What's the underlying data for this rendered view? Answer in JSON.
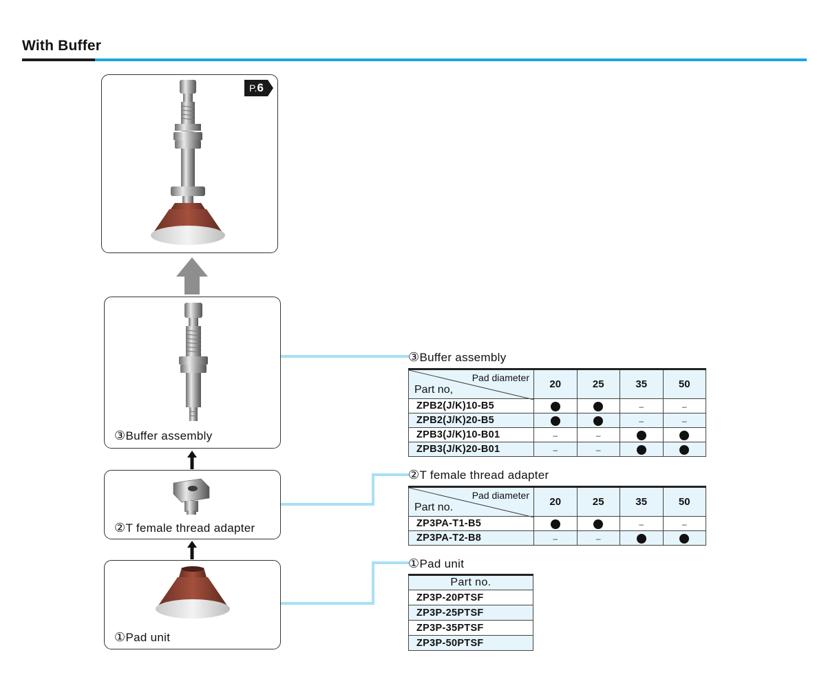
{
  "header": {
    "title": "With Buffer"
  },
  "colors": {
    "accent_blue": "#1aa6e1",
    "row_tint": "#e6f5fc",
    "connector": "#a9dff5",
    "arrow_gray": "#8e8e8e"
  },
  "top_box": {
    "page_ref_prefix": "P.",
    "page_ref_number": "6"
  },
  "buffer_box": {
    "number": "③",
    "label": "Buffer assembly"
  },
  "adapter_box": {
    "number": "②",
    "label": "T female thread adapter"
  },
  "pad_box": {
    "number": "①",
    "label": "Pad unit"
  },
  "buffer_table": {
    "caption_number": "③",
    "caption": "Buffer assembly",
    "header_top": "Pad diameter",
    "header_bottom": "Part no,",
    "columns": [
      "20",
      "25",
      "35",
      "50"
    ],
    "rows": [
      {
        "part": "ZPB2(J/K)10-B5",
        "cells": [
          "●",
          "●",
          "–",
          "–"
        ]
      },
      {
        "part": "ZPB2(J/K)20-B5",
        "cells": [
          "●",
          "●",
          "–",
          "–"
        ]
      },
      {
        "part": "ZPB3(J/K)10-B01",
        "cells": [
          "–",
          "–",
          "●",
          "●"
        ]
      },
      {
        "part": "ZPB3(J/K)20-B01",
        "cells": [
          "–",
          "–",
          "●",
          "●"
        ]
      }
    ]
  },
  "adapter_table": {
    "caption_number": "②",
    "caption": "T female thread adapter",
    "header_top": "Pad diameter",
    "header_bottom": "Part no.",
    "columns": [
      "20",
      "25",
      "35",
      "50"
    ],
    "rows": [
      {
        "part": "ZP3PA-T1-B5",
        "cells": [
          "●",
          "●",
          "–",
          "–"
        ]
      },
      {
        "part": "ZP3PA-T2-B8",
        "cells": [
          "–",
          "–",
          "●",
          "●"
        ]
      }
    ]
  },
  "pad_table": {
    "caption_number": "①",
    "caption": "Pad unit",
    "header": "Part no.",
    "rows": [
      "ZP3P-20PTSF",
      "ZP3P-25PTSF",
      "ZP3P-35PTSF",
      "ZP3P-50PTSF"
    ]
  }
}
